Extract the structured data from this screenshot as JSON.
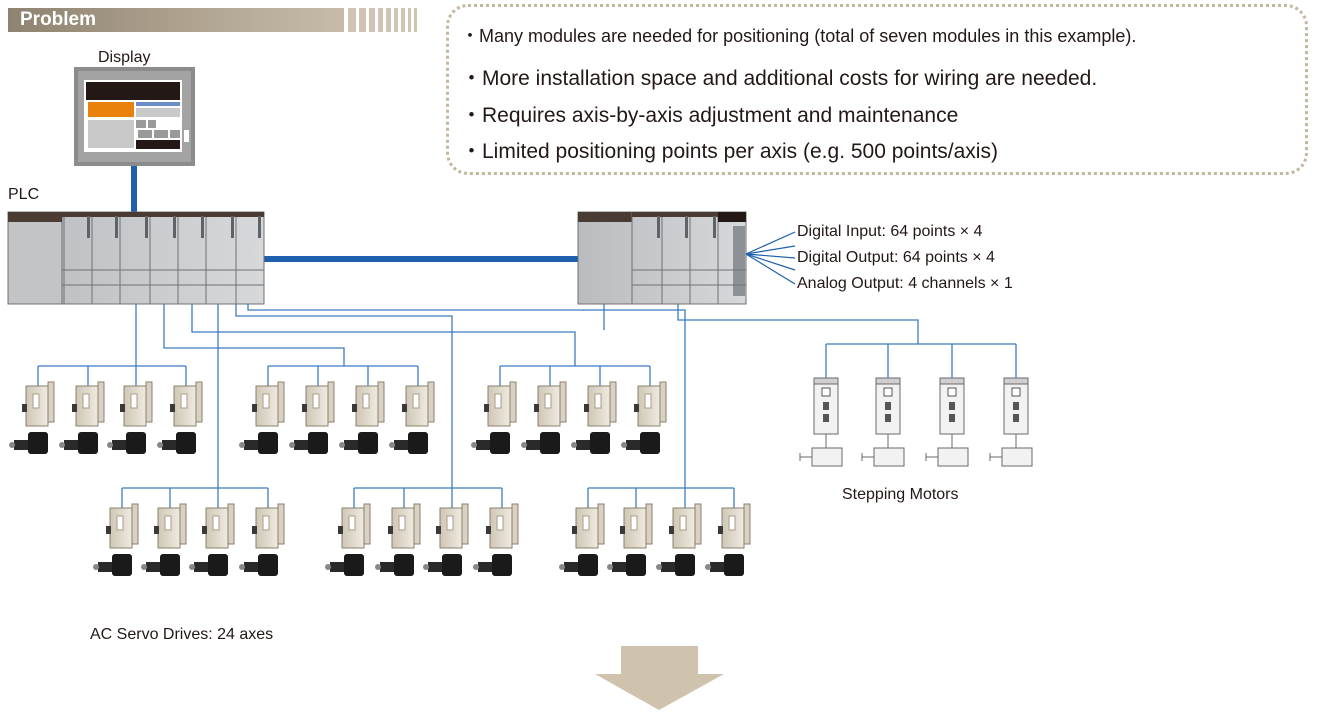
{
  "header": {
    "label": "Problem"
  },
  "notes": [
    "・Many modules are needed for positioning (total of seven modules in this example).",
    "・More installation space and additional costs for wiring are needed.",
    "・Requires axis-by-axis adjustment and maintenance",
    "・Limited positioning points per axis (e.g. 500 points/axis)"
  ],
  "labels": {
    "display": "Display",
    "plc": "PLC",
    "io": [
      "Digital Input: 64 points × 4",
      "Digital Output: 64 points × 4",
      "Analog Output: 4 channels × 1"
    ],
    "stepping": "Stepping Motors",
    "servo": "AC Servo Drives: 24 axes"
  },
  "colors": {
    "accent_blue": "#1f5fae",
    "wire_blue": "#3b7cc2",
    "header_tan": "#a89b86",
    "screen_orange": "#e8820c",
    "arrow_tan": "#cfc3ad"
  }
}
